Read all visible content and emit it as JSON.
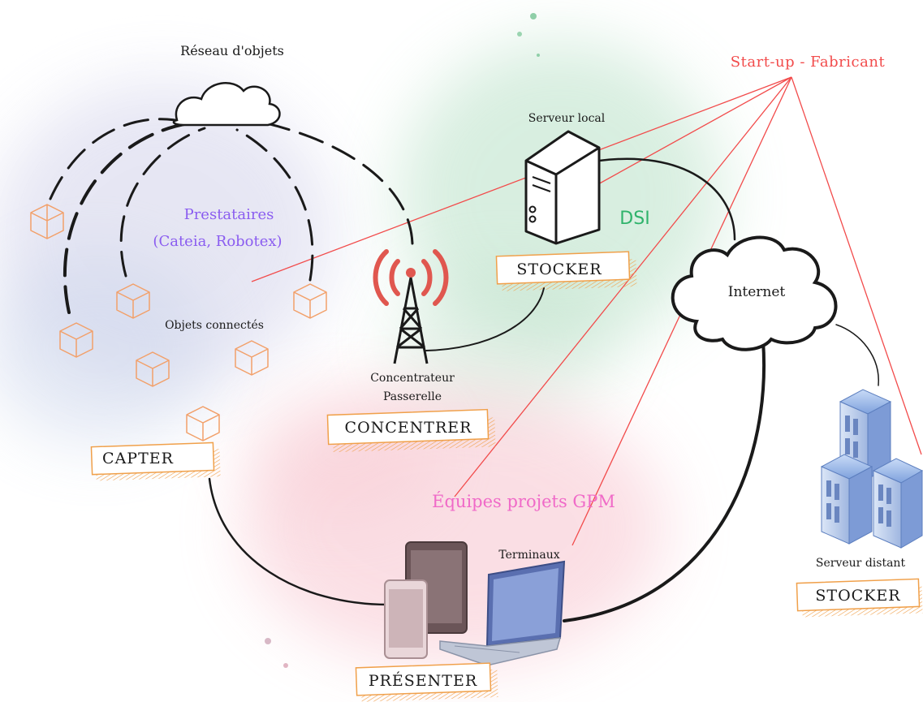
{
  "labels": {
    "reseau": "Réseau d'objets",
    "prestataires_line1": "Prestataires",
    "prestataires_line2": "(Cateia, Robotex)",
    "objets": "Objets connectés",
    "serveur_local": "Serveur local",
    "dsi": "DSI",
    "startup": "Start-up - Fabricant",
    "internet": "Internet",
    "concentrateur_line1": "Concentrateur",
    "concentrateur_line2": "Passerelle",
    "equipes": "Équipes projets GPM",
    "terminaux": "Terminaux",
    "serveur_distant": "Serveur distant"
  },
  "buttons": {
    "capter": "CAPTER",
    "concentrer": "CONCENTRER",
    "stocker_local": "STOCKER",
    "stocker_distant": "STOCKER",
    "presenter": "PRÉSENTER"
  },
  "colors": {
    "startup_red": "#f24b4b",
    "prestataires_purple": "#8a5cf0",
    "dsi_green": "#2fb36b",
    "equipes_pink": "#f06ac8",
    "cube_orange": "#f2a06a",
    "tag_border": "#f0a04a",
    "antenna_red": "#e0574f"
  }
}
